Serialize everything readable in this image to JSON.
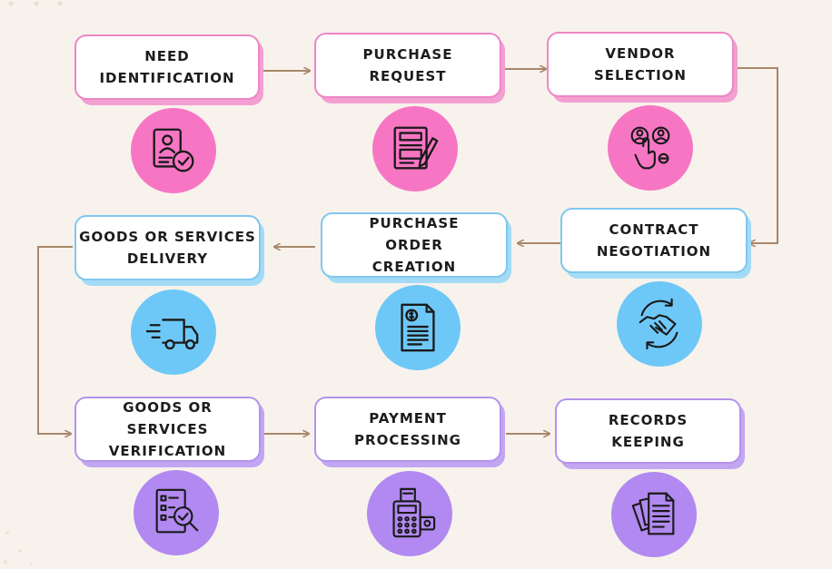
{
  "colors": {
    "pink": "#f776c4",
    "pink_shadow": "#f39fd2",
    "blue": "#6ec8f7",
    "blue_shadow": "#a3dbf7",
    "purple": "#b189f0",
    "purple_shadow": "#c3a6f2",
    "arrow": "#a8876a",
    "background": "#f8f2ec"
  },
  "steps": [
    {
      "label": "NEED\nIDENTIFICATION",
      "icon": "id-card-check-icon"
    },
    {
      "label": "PURCHASE\nREQUEST",
      "icon": "form-pen-icon"
    },
    {
      "label": "VENDOR\nSELECTION",
      "icon": "hand-select-person-icon"
    },
    {
      "label": "CONTRACT\nNEGOTIATION",
      "icon": "handshake-cycle-icon"
    },
    {
      "label": "PURCHASE\nORDER\nCREATION",
      "icon": "invoice-dollar-icon"
    },
    {
      "label": "GOODS OR SERVICES\nDELIVERY",
      "icon": "delivery-truck-icon"
    },
    {
      "label": "GOODS OR\nSERVICES\nVERIFICATION",
      "icon": "checklist-magnifier-icon"
    },
    {
      "label": "PAYMENT\nPROCESSING",
      "icon": "payment-terminal-icon"
    },
    {
      "label": "RECORDS\nKEEPING",
      "icon": "document-stack-icon"
    }
  ]
}
